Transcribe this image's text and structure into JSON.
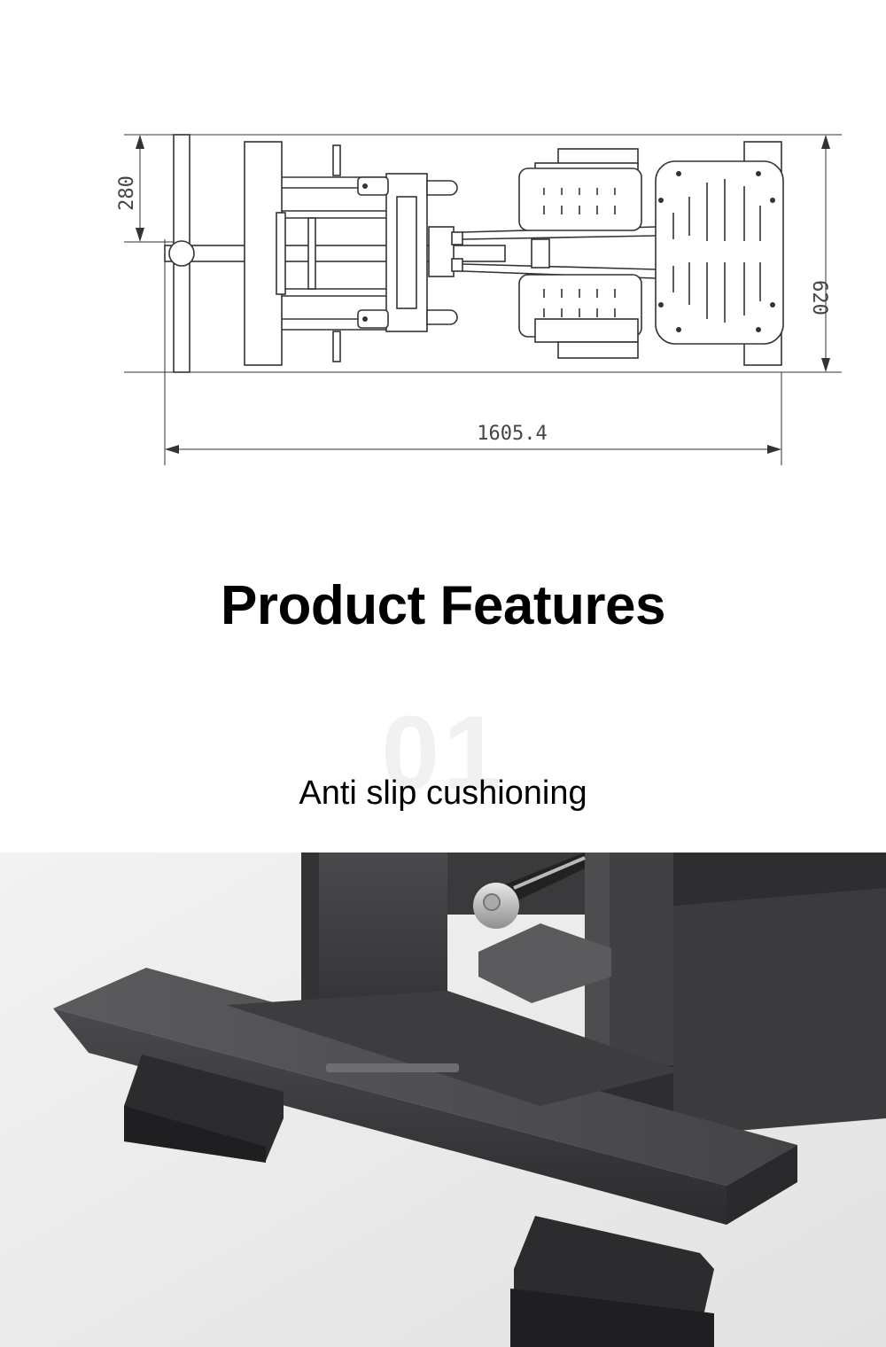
{
  "drawing": {
    "dim_width": "1605.4",
    "dim_height": "620",
    "dim_side": "280"
  },
  "features": {
    "title": "Product Features",
    "number": "01",
    "caption": "Anti slip cushioning"
  },
  "colors": {
    "line": "#333333",
    "frame": "#3a3a3c",
    "backdrop": "#ececec"
  }
}
